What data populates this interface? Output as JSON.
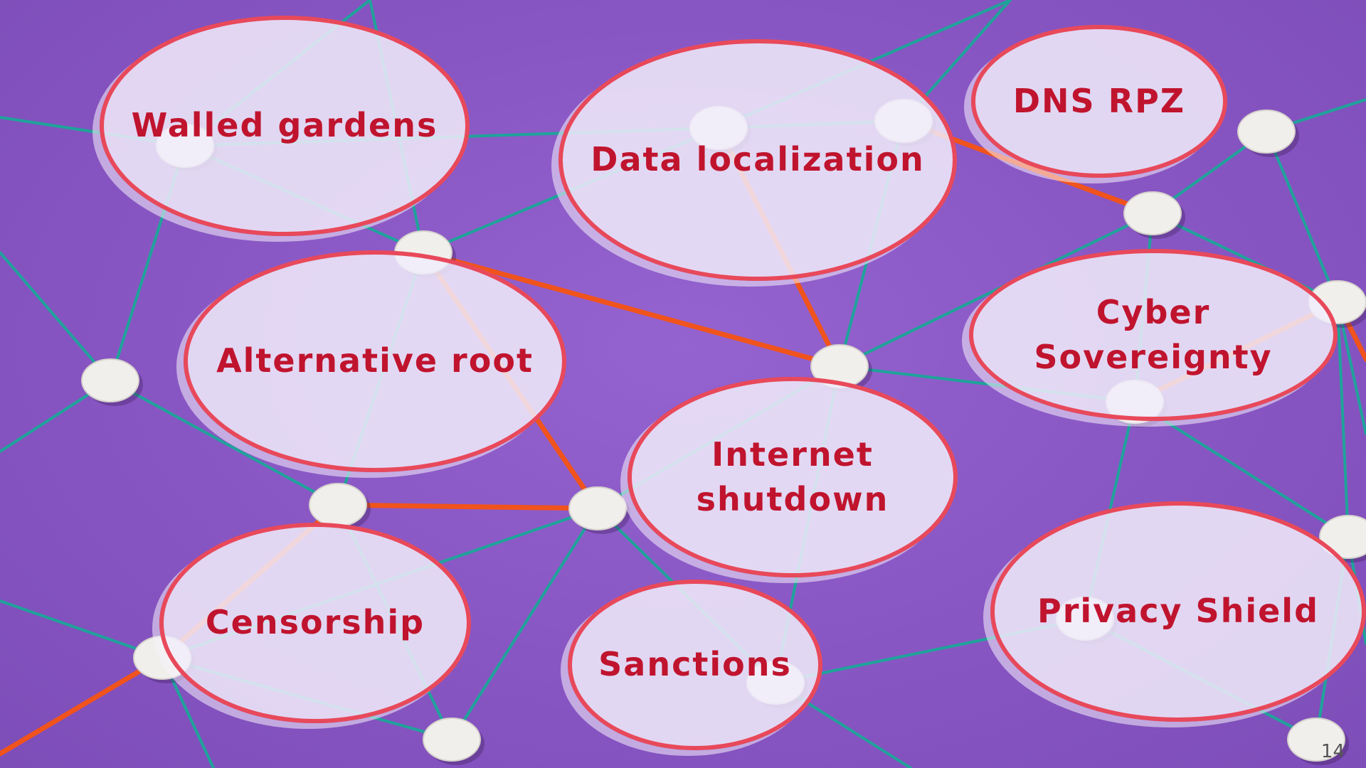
{
  "slide": {
    "page_number": "14",
    "colors": {
      "background": "#8a5bc4",
      "bubble_border": "#e8495a",
      "bubble_text": "#c0142e",
      "string_primary": "#1fa39a",
      "string_highlight": "#f0531c",
      "pin": "#f1efec"
    },
    "bubbles": [
      {
        "label": "Walled gardens"
      },
      {
        "label": "Data localization"
      },
      {
        "label": "DNS RPZ"
      },
      {
        "label": "Alternative root"
      },
      {
        "label": "Cyber Sovereignty",
        "line1": "Cyber",
        "line2": "Sovereignty"
      },
      {
        "label": "Internet shutdown",
        "line1": "Internet",
        "line2": "shutdown"
      },
      {
        "label": "Censorship"
      },
      {
        "label": "Sanctions"
      },
      {
        "label": "Privacy Shield"
      }
    ]
  }
}
